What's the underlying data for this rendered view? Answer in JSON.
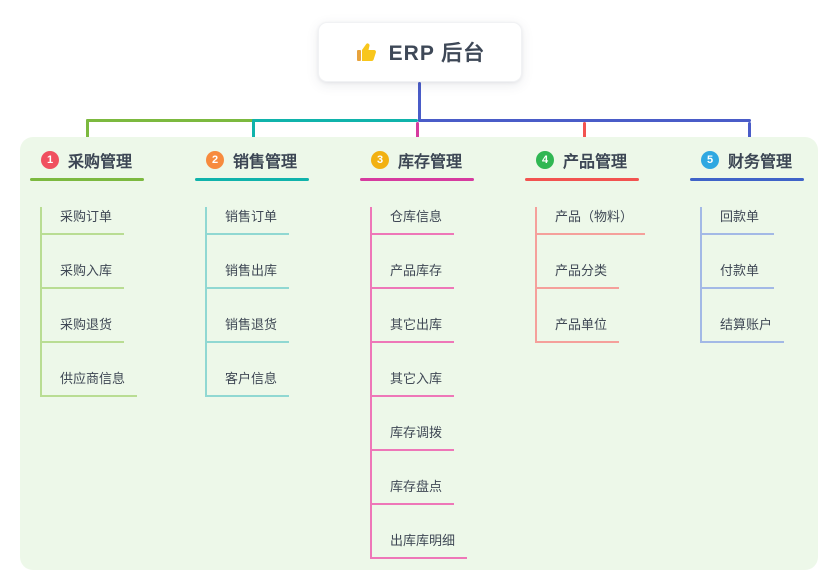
{
  "root": {
    "label": "ERP 后台",
    "icon": "thumbs-up-icon"
  },
  "colors": {
    "canvas": "#ffffff",
    "panel": "#edf8e9",
    "stem": "#4a5cc8",
    "bus_left": "#7cb93f",
    "bus_mid": "#10b3ab",
    "bus_right": "#4a5cc8",
    "drop_1": "#7cb93f",
    "drop_2": "#10b3ab",
    "drop_3": "#d63b9f",
    "drop_4": "#f25350",
    "drop_5": "#4a5cc8",
    "header_text": "#3c4654",
    "item_text": "#3f4855"
  },
  "branches": [
    {
      "badge": "1",
      "label": "采购管理",
      "badge_color": "#f0505f",
      "line_color": "#7cb93f",
      "light_color": "#b9dd93",
      "items": [
        "采购订单",
        "采购入库",
        "采购退货",
        "供应商信息"
      ]
    },
    {
      "badge": "2",
      "label": "销售管理",
      "badge_color": "#f78b3e",
      "line_color": "#10b3ab",
      "light_color": "#90d8d2",
      "items": [
        "销售订单",
        "销售出库",
        "销售退货",
        "客户信息"
      ]
    },
    {
      "badge": "3",
      "label": "库存管理",
      "badge_color": "#f2b111",
      "line_color": "#d63b9f",
      "light_color": "#ee77b8",
      "items": [
        "仓库信息",
        "产品库存",
        "其它出库",
        "其它入库",
        "库存调拨",
        "库存盘点",
        "出库库明细"
      ]
    },
    {
      "badge": "4",
      "label": "产品管理",
      "badge_color": "#30b753",
      "line_color": "#f25350",
      "light_color": "#f5a09b",
      "items": [
        "产品（物料）",
        "产品分类",
        "产品单位"
      ]
    },
    {
      "badge": "5",
      "label": "财务管理",
      "badge_color": "#2fa8e1",
      "line_color": "#3f63c8",
      "light_color": "#a3b9e6",
      "items": [
        "回款单",
        "付款单",
        "结算账户"
      ]
    }
  ]
}
